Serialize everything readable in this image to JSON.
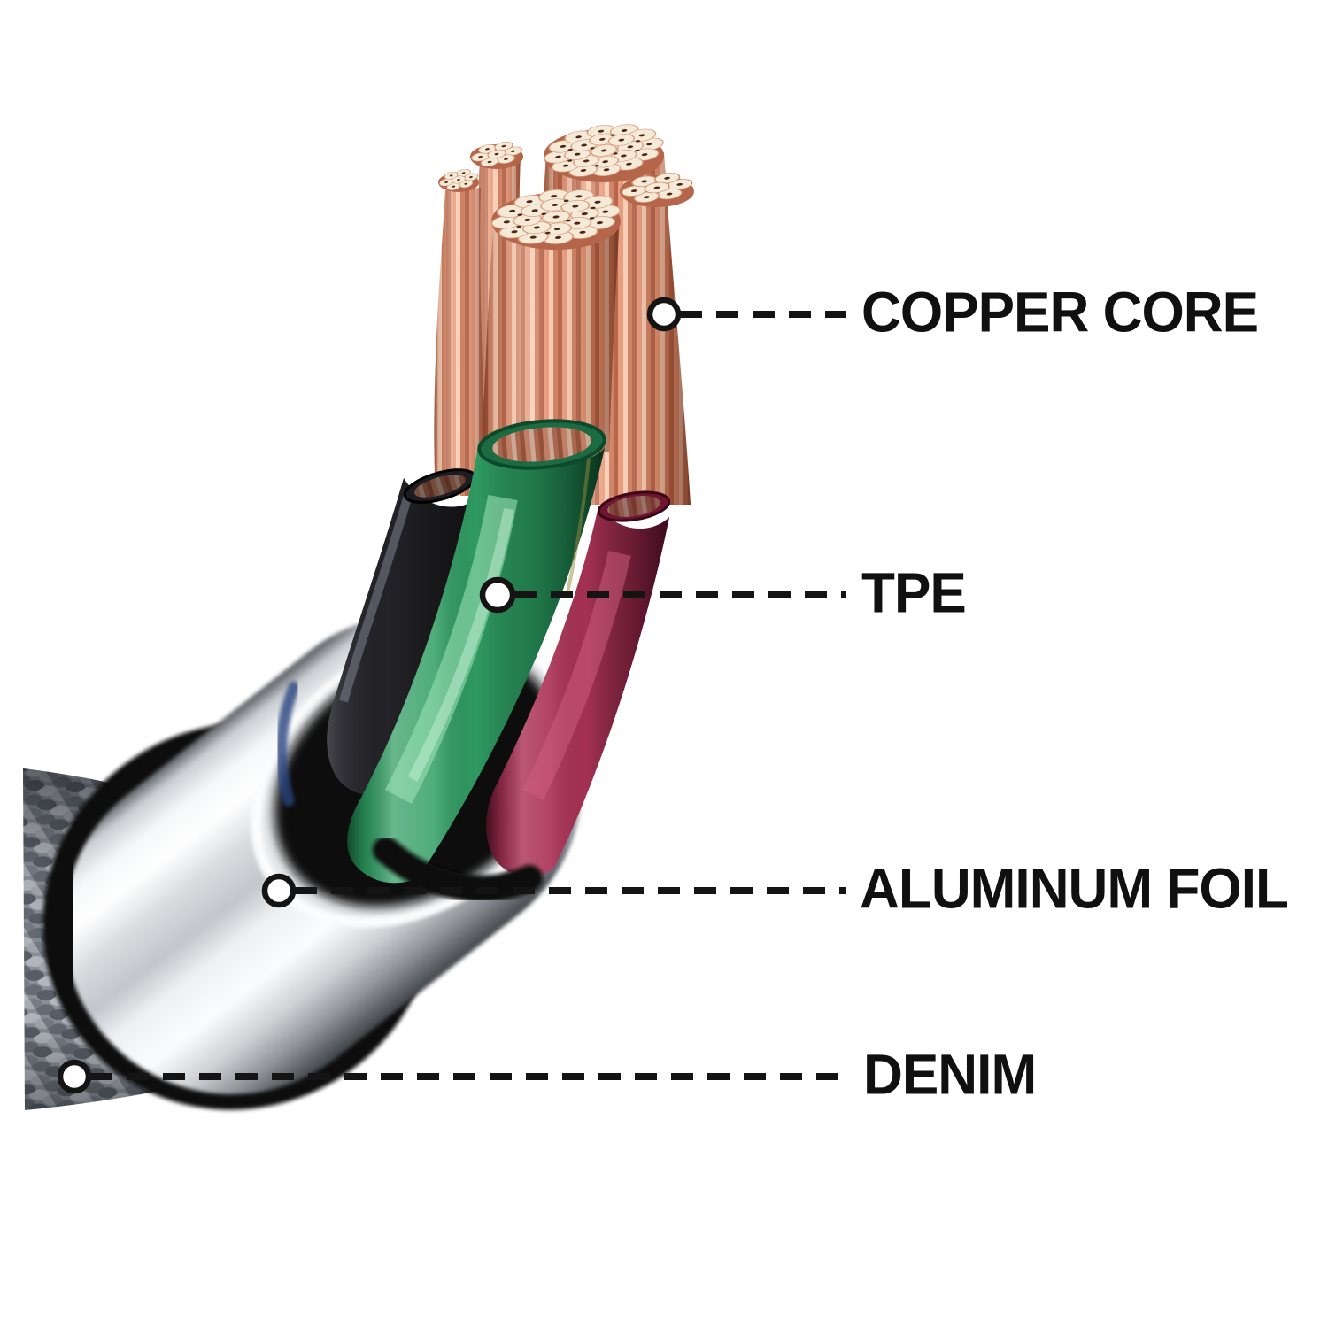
{
  "figure": {
    "type": "cable-cutaway-diagram",
    "description": "Cutaway illustration of a denim-braided charging cable showing internal layers",
    "background": "#ffffff"
  },
  "callouts": [
    {
      "id": "copper-core",
      "label": "COPPER CORE"
    },
    {
      "id": "tpe",
      "label": "TPE"
    },
    {
      "id": "aluminum-foil",
      "label": "ALUMINUM FOIL"
    },
    {
      "id": "denim",
      "label": "DENIM"
    }
  ],
  "layers_depicted": [
    "copper strand bundles",
    "TPE insulated wires (black, green, red)",
    "black inner jacket",
    "aluminum foil shield",
    "denim braided outer sheath"
  ],
  "colors": {
    "copper_mid": "#dd8e6d",
    "copper_light": "#f7cdb6",
    "copper_dark": "#b5654a",
    "strand_face_cream": "#f5ead7",
    "strand_dot": "#4d2517",
    "tpe_green": "#2f9a61",
    "tpe_green_light": "#7fd4a4",
    "tpe_green_dark": "#0c4a2b",
    "wire_red": "#a43154",
    "wire_red_light": "#c9536f",
    "wire_red_dark": "#4a0a20",
    "wire_black": "#232327",
    "jacket_black": "#0c0c10",
    "jacket_navy_sheen": "#2a4580",
    "foil_white": "#ffffff",
    "foil_silver": "#c2c6ca",
    "foil_shadow": "#42464b",
    "denim_gray": "#9298a0",
    "denim_dark": "#5d636c",
    "denim_light": "#c6cad0",
    "callout_line": "#141414",
    "label_text": "#101010"
  }
}
